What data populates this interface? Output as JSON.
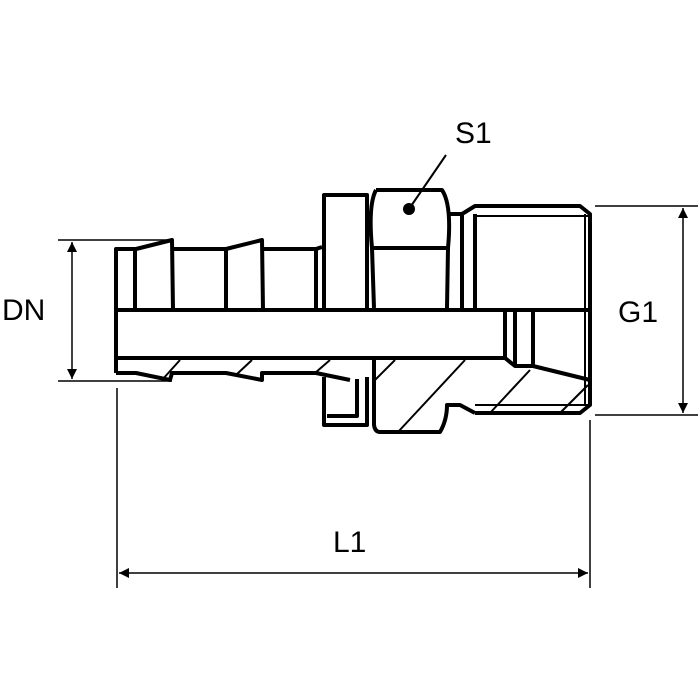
{
  "labels": {
    "dn": "DN",
    "g1": "G1",
    "s1": "S1",
    "l1": "L1"
  },
  "colors": {
    "line": "#000000",
    "background": "#ffffff"
  }
}
